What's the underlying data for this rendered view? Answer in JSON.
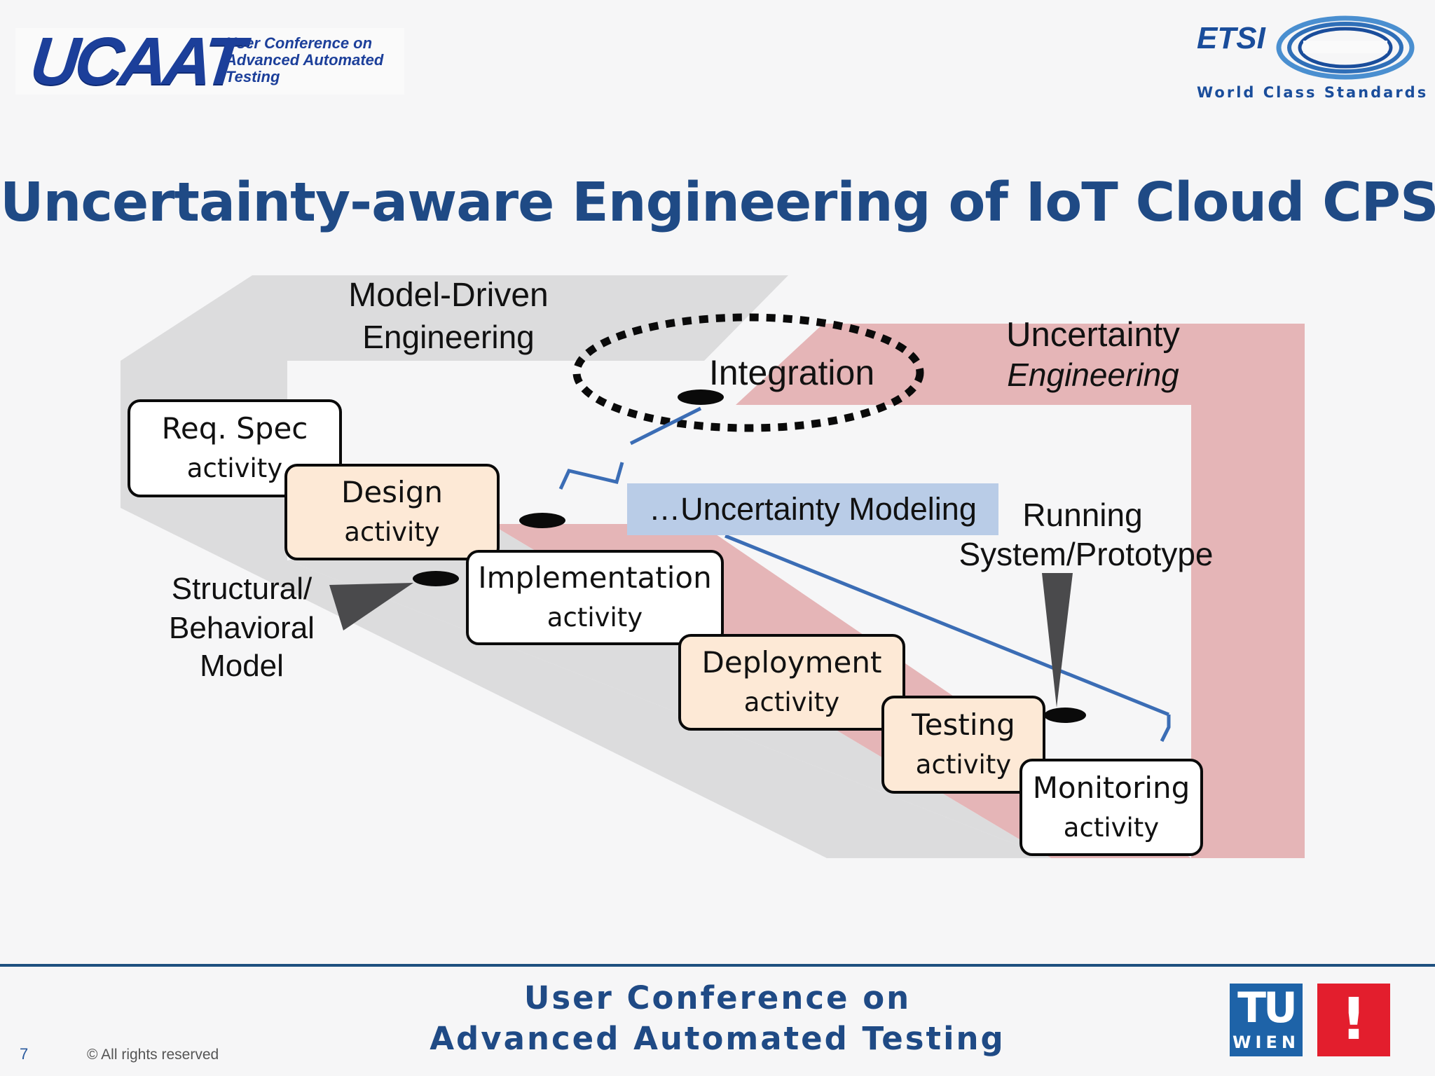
{
  "header": {
    "ucaat_logo_text": "UCAAT",
    "ucaat_logo_line1": "User Conference on",
    "ucaat_logo_line2": "Advanced Automated Testing",
    "etsi_logo_text": "ETSI",
    "etsi_tagline": "World Class Standards"
  },
  "title": "Uncertainty-aware Engineering of IoT Cloud CPS",
  "diagram": {
    "mde_line1": "Model-Driven",
    "mde_line2": "Engineering",
    "ue_line1": "Uncertainty",
    "ue_line2": "Engineering",
    "integration": "Integration",
    "uncertainty_modeling": "…Uncertainty Modeling",
    "running_line1": "Running",
    "running_line2": "System/Prototype",
    "model_line1": "Structural/",
    "model_line2": "Behavioral",
    "model_line3": "Model",
    "activities": [
      {
        "name": "Req. Spec",
        "sub": "activity"
      },
      {
        "name": "Design",
        "sub": "activity"
      },
      {
        "name": "Implementation",
        "sub": "activity"
      },
      {
        "name": "Deployment",
        "sub": "activity"
      },
      {
        "name": "Testing",
        "sub": "activity"
      },
      {
        "name": "Monitoring",
        "sub": "activity"
      }
    ]
  },
  "footer": {
    "line1": "User Conference on",
    "line2": "Advanced Automated Testing",
    "page_number": "7",
    "copyright": "© All rights reserved",
    "tu_logo_top": "TU",
    "tu_logo_bottom": "WIEN",
    "tu_logo_mark": "!"
  },
  "colors": {
    "title": "#1f4a85",
    "mde_band": "#dcdcdd",
    "ue_band": "#e5b5b7",
    "uncertainty_modeling_bg": "#b9cce7",
    "link_line": "#3b6db5",
    "peach_box": "#fde9d6"
  }
}
